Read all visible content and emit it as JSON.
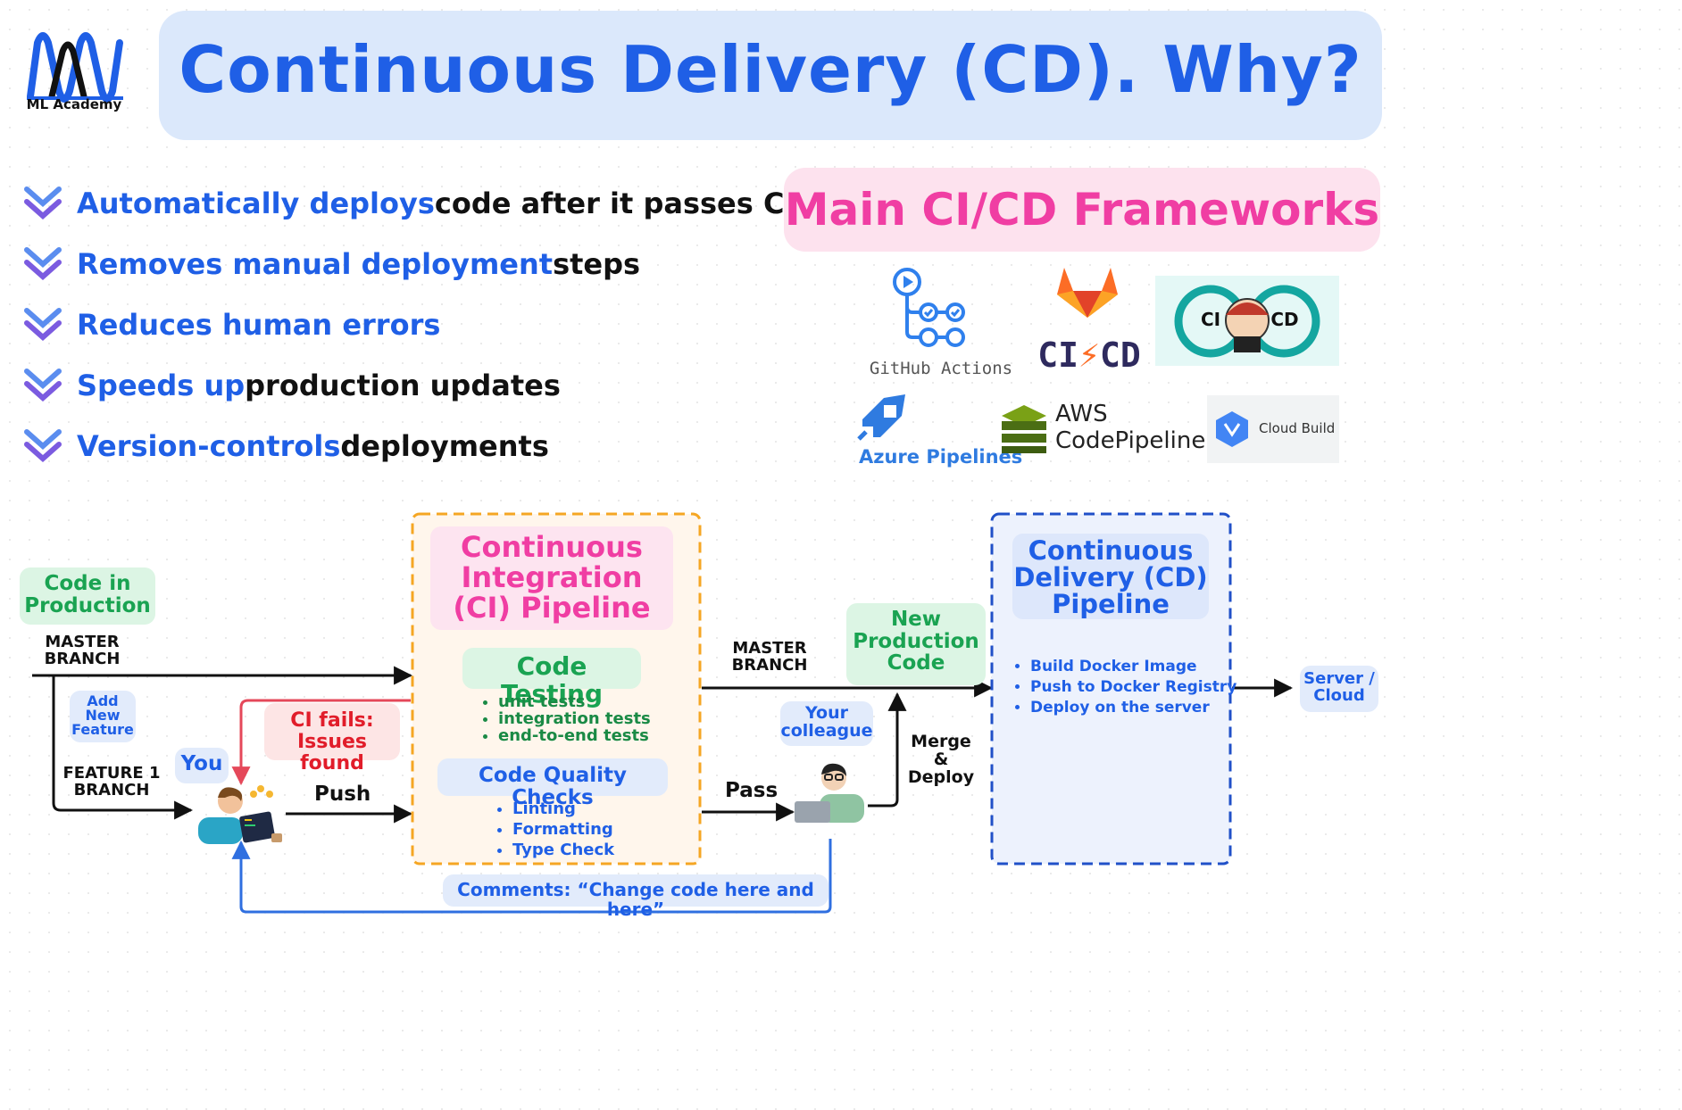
{
  "header": {
    "logo_caption": "ML Academy",
    "title": "Continuous Delivery (CD). Why?"
  },
  "bullets": [
    {
      "highlight": "Automatically deploys",
      "rest": " code after it passes CI"
    },
    {
      "highlight": "Removes manual deployment",
      "rest": " steps"
    },
    {
      "highlight": "Reduces human errors",
      "rest": ""
    },
    {
      "highlight": "Speeds up",
      "rest": " production updates"
    },
    {
      "highlight": "Version-controls",
      "rest": " deployments"
    }
  ],
  "frameworks": {
    "title": "Main CI/CD Frameworks",
    "github_actions": "GitHub Actions",
    "gitlab_ci": "CI",
    "gitlab_cd": "CD",
    "jenkins_ci": "CI",
    "jenkins_cd": "CD",
    "azure": "Azure Pipelines",
    "aws_line1": "AWS",
    "aws_line2": "CodePipeline",
    "cloud_build": "Cloud Build"
  },
  "diagram": {
    "code_in_production": "Code in Production",
    "master_branch_left": "MASTER BRANCH",
    "add_new_feature": "Add New Feature",
    "feature_branch": "FEATURE 1 BRANCH",
    "you": "You",
    "push": "Push",
    "ci_fails": "CI fails:",
    "issues_found": "Issues found",
    "ci_title": "Continuous Integration (CI) Pipeline",
    "code_testing": "Code Testing",
    "tests": [
      "unit tests",
      "integration tests",
      "end-to-end tests"
    ],
    "code_quality": "Code Quality Checks",
    "quality_items": [
      "Linting",
      "Formatting",
      "Type Check"
    ],
    "master_branch_right": "MASTER BRANCH",
    "pass": "Pass",
    "new_production_code": "New Production Code",
    "your_colleague": "Your colleague",
    "merge_deploy": "Merge & Deploy",
    "cd_title": "Continuous Delivery (CD) Pipeline",
    "cd_items": [
      "Build Docker Image",
      "Push to Docker Registry",
      "Deploy on the server"
    ],
    "server_cloud": "Server / Cloud",
    "comments": "Comments: “Change code here and here”"
  },
  "colors": {
    "blue": "#1f5fe6",
    "pink": "#f03ea3",
    "green": "#1aa352",
    "red": "#e11d2a",
    "orange": "#f5a623"
  }
}
